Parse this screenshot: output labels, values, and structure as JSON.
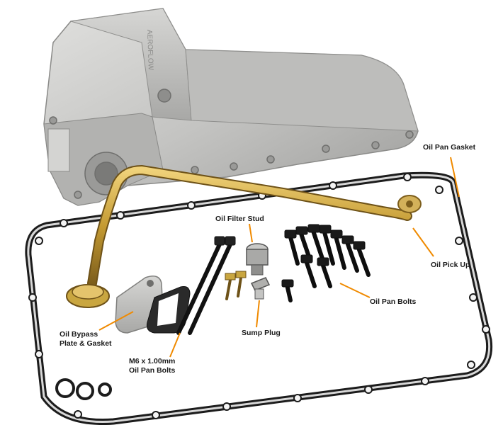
{
  "product": {
    "brand_stamp": "AEROFLOW"
  },
  "labels": {
    "oil_pan_gasket": "Oil Pan Gasket",
    "oil_filter_stud": "Oil Filter Stud",
    "oil_pick_up": "Oil Pick Up",
    "oil_pan_bolts": "Oil Pan Bolts",
    "oil_bypass_line1": "Oil Bypass",
    "oil_bypass_line2": "Plate & Gasket",
    "sump_plug": "Sump Plug",
    "m6_line1": "M6 x 1.00mm",
    "m6_line2": "Oil Pan Bolts"
  },
  "colors": {
    "leader_line": "#f08a00",
    "aluminum": "#c8c8c6",
    "brass_tube": "#c9a640",
    "gasket_black": "#1c1c1c",
    "gasket_silver": "#d8d8d8"
  }
}
